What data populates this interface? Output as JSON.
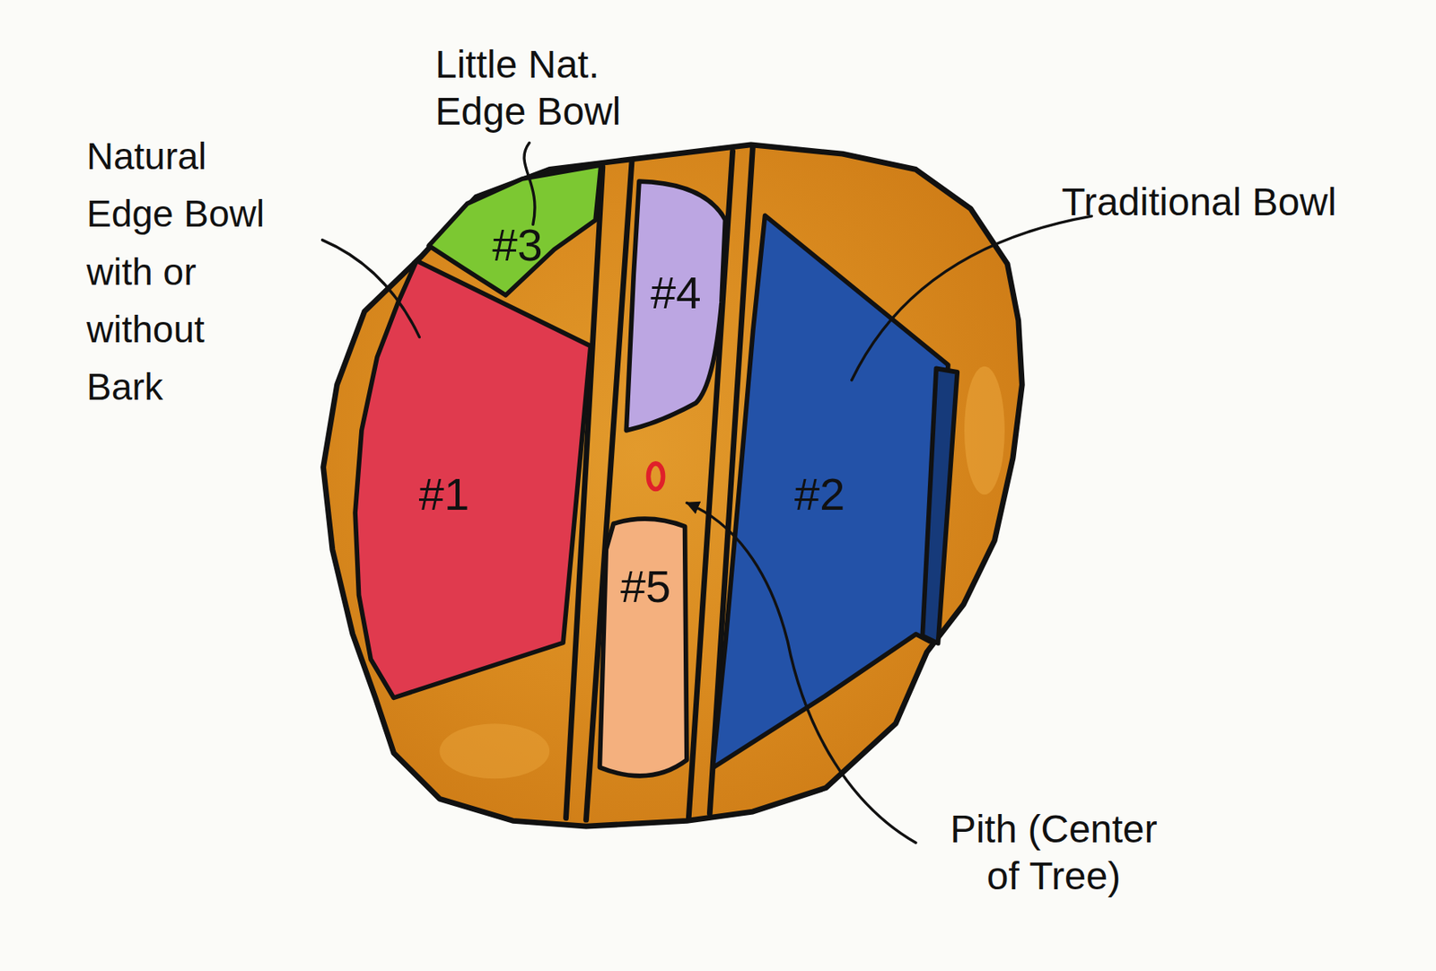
{
  "diagram": {
    "nodes": [
      {
        "text": [
          "#1"
        ]
      },
      {
        "text": [
          "#2"
        ]
      },
      {
        "text": [
          "#3"
        ]
      },
      {
        "text": [
          "#4"
        ]
      },
      {
        "text": [
          "#5"
        ]
      }
    ],
    "labels": [
      "Natural Edge Bowl with or without Bark",
      "Little Nat. Edge Bowl",
      "Traditional Bowl",
      "Pith (Center of Tree)"
    ]
  }
}
